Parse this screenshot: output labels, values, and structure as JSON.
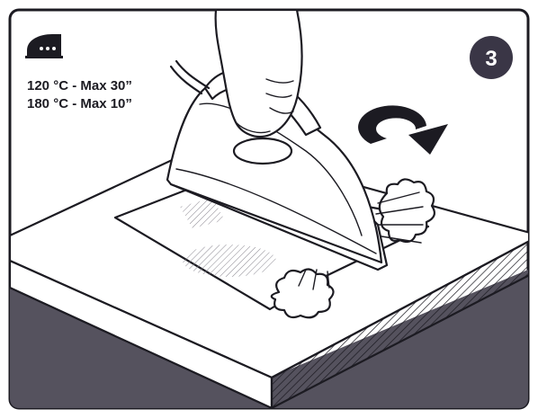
{
  "iron_setting": {
    "icon": "iron-icon",
    "lines": [
      "120 °C - Max 30”",
      "180 °C - Max 10”"
    ]
  },
  "step_badge": {
    "number": "3"
  },
  "rotate_arrow": {
    "icon": "rotate-arrow-icon"
  },
  "colors": {
    "ink": "#1c1b22",
    "shadow_panel": "#55525e",
    "background": "#ffffff"
  }
}
